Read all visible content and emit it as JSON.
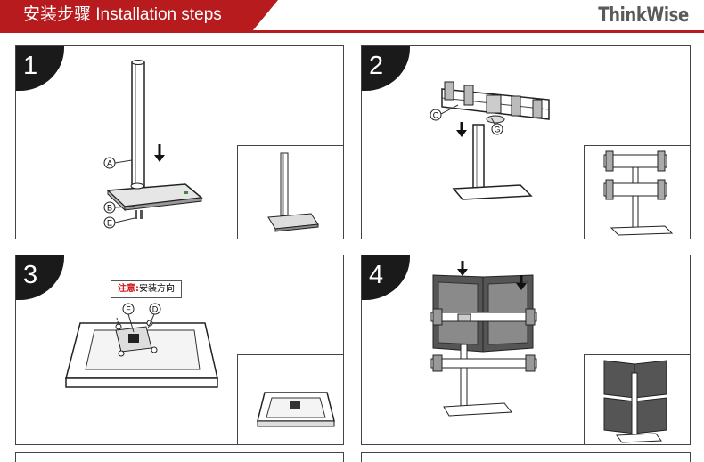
{
  "header": {
    "title": "安装步骤  Installation steps",
    "brand": "ThinkWise",
    "accent_color": "#b71b1e"
  },
  "steps": [
    {
      "number": "1",
      "labels": [
        "A",
        "B",
        "E"
      ]
    },
    {
      "number": "2",
      "labels": [
        "C",
        "G"
      ]
    },
    {
      "number": "3",
      "labels": [
        "F",
        "D"
      ],
      "notice_prefix": "注意:",
      "notice_text": "安装方向"
    },
    {
      "number": "4"
    }
  ]
}
